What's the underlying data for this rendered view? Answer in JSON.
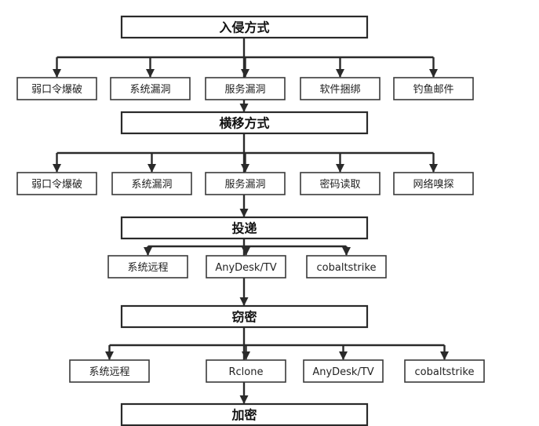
{
  "diagram": {
    "stages": [
      {
        "id": "intrusion",
        "title": "入侵方式",
        "methods": [
          "弱口令爆破",
          "系统漏洞",
          "服务漏洞",
          "软件捆绑",
          "钓鱼邮件"
        ]
      },
      {
        "id": "lateral",
        "title": "横移方式",
        "methods": [
          "弱口令爆破",
          "系统漏洞",
          "服务漏洞",
          "密码读取",
          "网络嗅探"
        ]
      },
      {
        "id": "delivery",
        "title": "投递",
        "methods": [
          "系统远程",
          "AnyDesk/TV",
          "cobaltstrike"
        ]
      },
      {
        "id": "exfiltration",
        "title": "窃密",
        "methods": [
          "系统远程",
          "Rclone",
          "AnyDesk/TV",
          "cobaltstrike"
        ]
      },
      {
        "id": "encryption",
        "title": "加密",
        "methods": []
      }
    ]
  }
}
